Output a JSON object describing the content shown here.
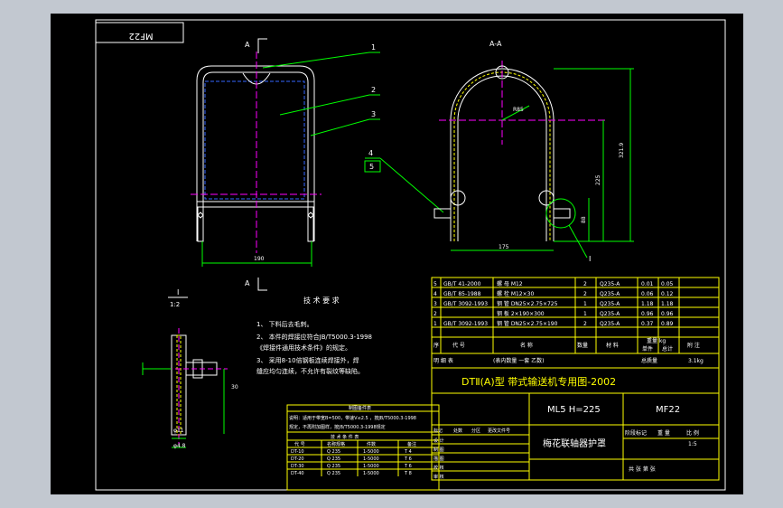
{
  "drawing": {
    "code_stamp": "MF22",
    "front_view": {
      "section_mark": "A",
      "section_mark_bottom": "A",
      "width_dim": "190",
      "leaders": [
        "1",
        "2",
        "3",
        "4",
        "5"
      ]
    },
    "section_view": {
      "title": "A-A",
      "radius": "R85",
      "height_main": "321.9",
      "height_mid": "225",
      "height_small": "88",
      "width": "175",
      "detail_callout": "Ⅰ"
    },
    "detail": {
      "title": "Ⅰ",
      "scale": "1:2",
      "dim_side": "30",
      "dim_bottom_a": "φ11",
      "dim_bottom_b": "φ4.8"
    },
    "notes": {
      "title": "技 术 要 求",
      "items": [
        "1、 下料后去毛刺。",
        "2、 本件的焊接应符合JB/T5000.3-1998",
        "   《焊接件通用技术条件》的规定。",
        "3、 采用8-10倍钢板连续焊接外，焊",
        "   缝应均匀连续，不允许有裂纹等缺陷。"
      ]
    },
    "small_table": {
      "title": "制图备件表",
      "line1": "说明：适用于带宽B=500，带速V≤2.5 ，按JB/T5000.3-1998",
      "line2": "规定，不再附加图样，按JB/T5000.3-1998规定",
      "sub": "技 术 条 件 表 ",
      "headers": [
        "代 号",
        "名称规格",
        "件数",
        "备注"
      ],
      "rows": [
        [
          "DT-10",
          "Q 235",
          "1-5000",
          "T 4"
        ],
        [
          "DT-20",
          "Q 235",
          "1-5000",
          "T 6"
        ],
        [
          "DT-30",
          "Q 235",
          "1-5000",
          "T 6"
        ],
        [
          "DT-40",
          "Q 235",
          "1-5000",
          "T 8"
        ]
      ]
    },
    "parts_table": {
      "rows": [
        [
          "5",
          "GB/T 41-2000",
          "螺 母 M12",
          "2",
          "Q235-A",
          "0.01",
          "0.05"
        ],
        [
          "4",
          "GB/T 85-1988",
          "螺 栓 M12×30",
          "2",
          "Q235-A",
          "0.06",
          "0.12"
        ],
        [
          "3",
          "GB/T 3092-1993",
          "钢 管 DN25×2.75×725",
          "1",
          "Q235-A",
          "1.18",
          "1.18"
        ],
        [
          "2",
          "",
          "钢 板 2×190×300",
          "1",
          "Q235-A",
          "0.96",
          "0.96"
        ],
        [
          "1",
          "GB/T 3092-1993",
          "钢 管 DN25×2.75×190",
          "2",
          "Q235-A",
          "0.37",
          "0.89"
        ]
      ],
      "header": [
        "序",
        "代  号",
        "名  称",
        "数量",
        "材  料",
        "单件",
        "总计",
        "附  注"
      ],
      "header_mass": "重量 kg",
      "total_label": "总质量",
      "total_value": "3.1kg",
      "row_detail_label": "明  细  表",
      "row_detail_value": "(表内数量  一套  乙数)"
    },
    "title_block": {
      "series_title": "DTⅡ(A)型  带式输送机专用图-2002",
      "spec": "ML5  H=225",
      "part_code": "MF22",
      "part_name": "梅花联轴器护罩",
      "scale_label": "比 例",
      "scale_value": "1:5",
      "sheet_label": "共    张    第    张",
      "roles": [
        "设 计",
        "制 图",
        "描 图",
        "校 核",
        "审 核",
        "标 准 化"
      ],
      "cols": [
        "标记",
        "处数",
        "分区",
        "更改文件号",
        "签名",
        "年月日"
      ],
      "stage": [
        "阶段标记",
        "重 量",
        "比 例"
      ]
    }
  }
}
